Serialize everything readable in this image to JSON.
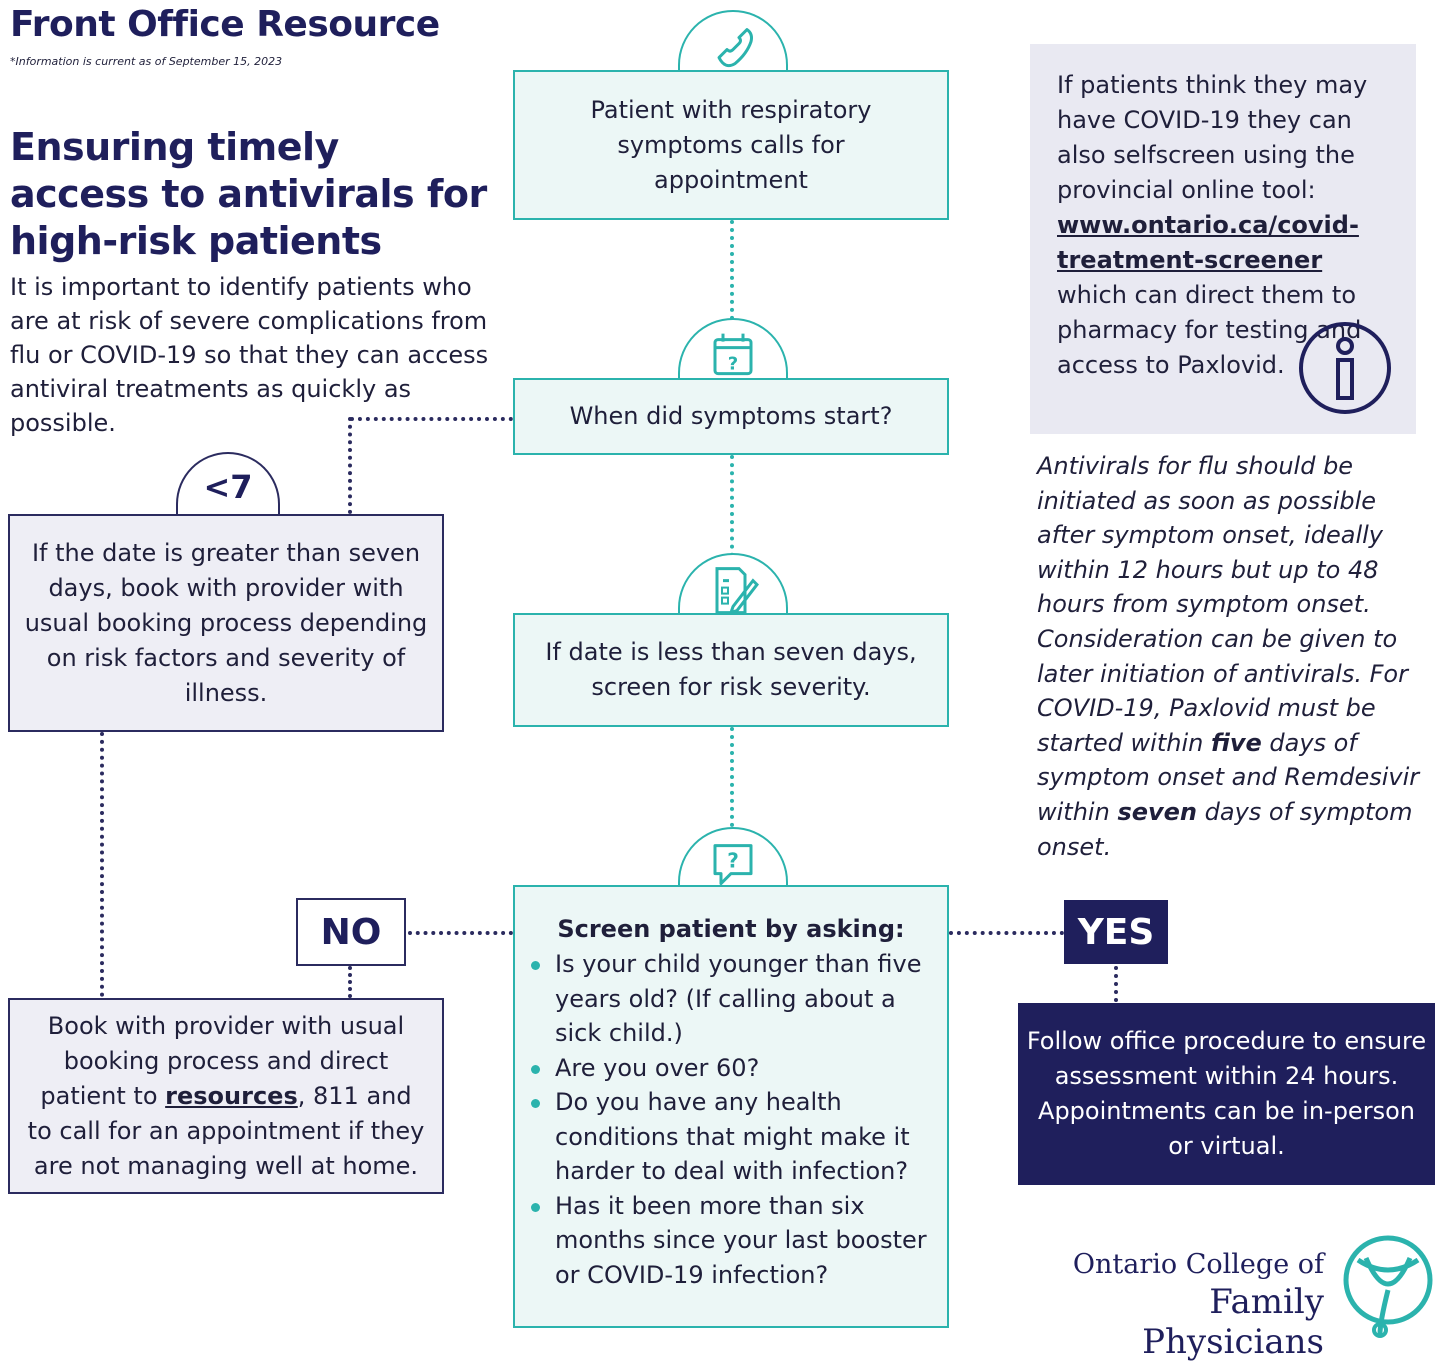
{
  "header": {
    "title": "Front Office Resource",
    "date_note": "*Information is current as of September 15, 2023"
  },
  "intro": {
    "heading": "Ensuring timely access to antivirals for high-risk patients",
    "body": "It is important to identify patients who are at risk of severe complications from flu or COVID-19 so that they can access antiviral treatments as quickly as possible."
  },
  "flow": {
    "step1": "Patient with respiratory symptoms calls for appointment",
    "step2": "When did symptoms start?",
    "step3": "If date is less than seven days, screen for risk severity.",
    "over_seven_badge": "<7",
    "over_seven": "If the date is greater than seven days, book with provider with usual booking process depending on risk factors and severity of illness.",
    "screen": {
      "title": "Screen patient by asking:",
      "questions": [
        "Is your child younger than five years old? (If calling about a sick child.)",
        "Are you over 60?",
        "Do you have any health conditions that might make it harder to deal with infection?",
        "Has it been more than six months since your last booster or COVID-19 infection?"
      ]
    },
    "no_label": "NO",
    "yes_label": "YES",
    "no_outcome": {
      "before": "Book with provider with usual booking process and direct patient to ",
      "link": "resources",
      "after": ", 811 and to call for an appointment if they are not managing well at home."
    },
    "yes_outcome": "Follow office procedure to ensure assessment within 24 hours. Appointments can be in-person or virtual."
  },
  "info": {
    "text_before": "If patients think they may have COVID-19 they can also selfscreen using the provincial online tool: ",
    "link": "www.ontario.ca/covid-treatment-screener",
    "text_after": " which can direct them to pharmacy for testing and access to Paxlovid."
  },
  "antiviral_note": {
    "part1": "Antivirals for flu should be initiated as soon as possible after symptom onset, ideally within 12 hours but up to 48 hours from symptom onset. Consideration can be given to later initiation of antivirals. For COVID-19, Paxlovid must be started within ",
    "bold1": "five",
    "part2": " days of symptom onset and Remdesivir within ",
    "bold2": "seven",
    "part3": " days of symptom onset."
  },
  "logo": {
    "line1": "Ontario College of",
    "line2": "Family Physicians"
  },
  "colors": {
    "navy": "#1f1f5c",
    "teal": "#2bb3ad",
    "teal_fill": "#ecf7f6",
    "lavender_fill": "#eeeef5"
  }
}
